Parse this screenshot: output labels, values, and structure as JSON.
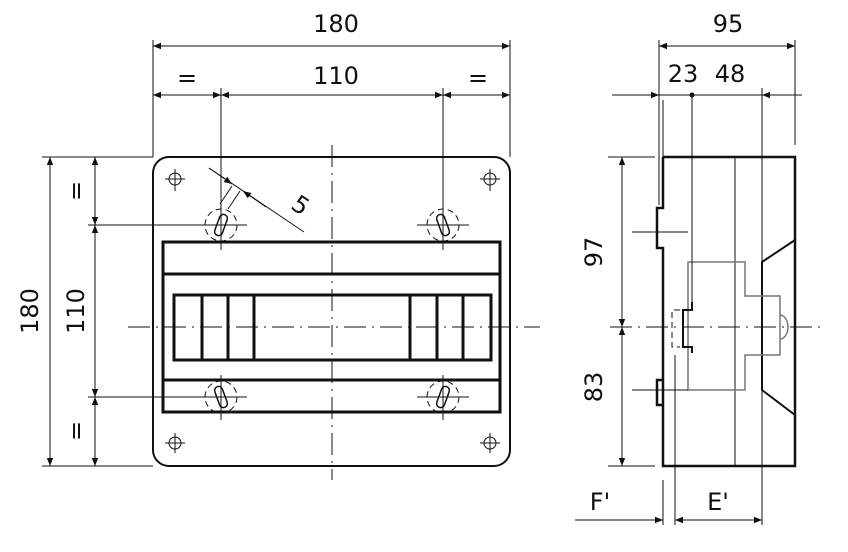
{
  "front_view": {
    "overall_width": "180",
    "hole_spacing_width": "110",
    "equal_left": "=",
    "equal_right": "=",
    "overall_height": "180",
    "hole_spacing_height": "110",
    "equal_top": "=",
    "equal_bottom": "=",
    "slot_width": "5"
  },
  "side_view": {
    "overall_depth": "95",
    "dim_a": "23",
    "dim_b": "48",
    "upper_height": "97",
    "lower_height": "83",
    "label_f": "F'",
    "label_e": "E'"
  }
}
